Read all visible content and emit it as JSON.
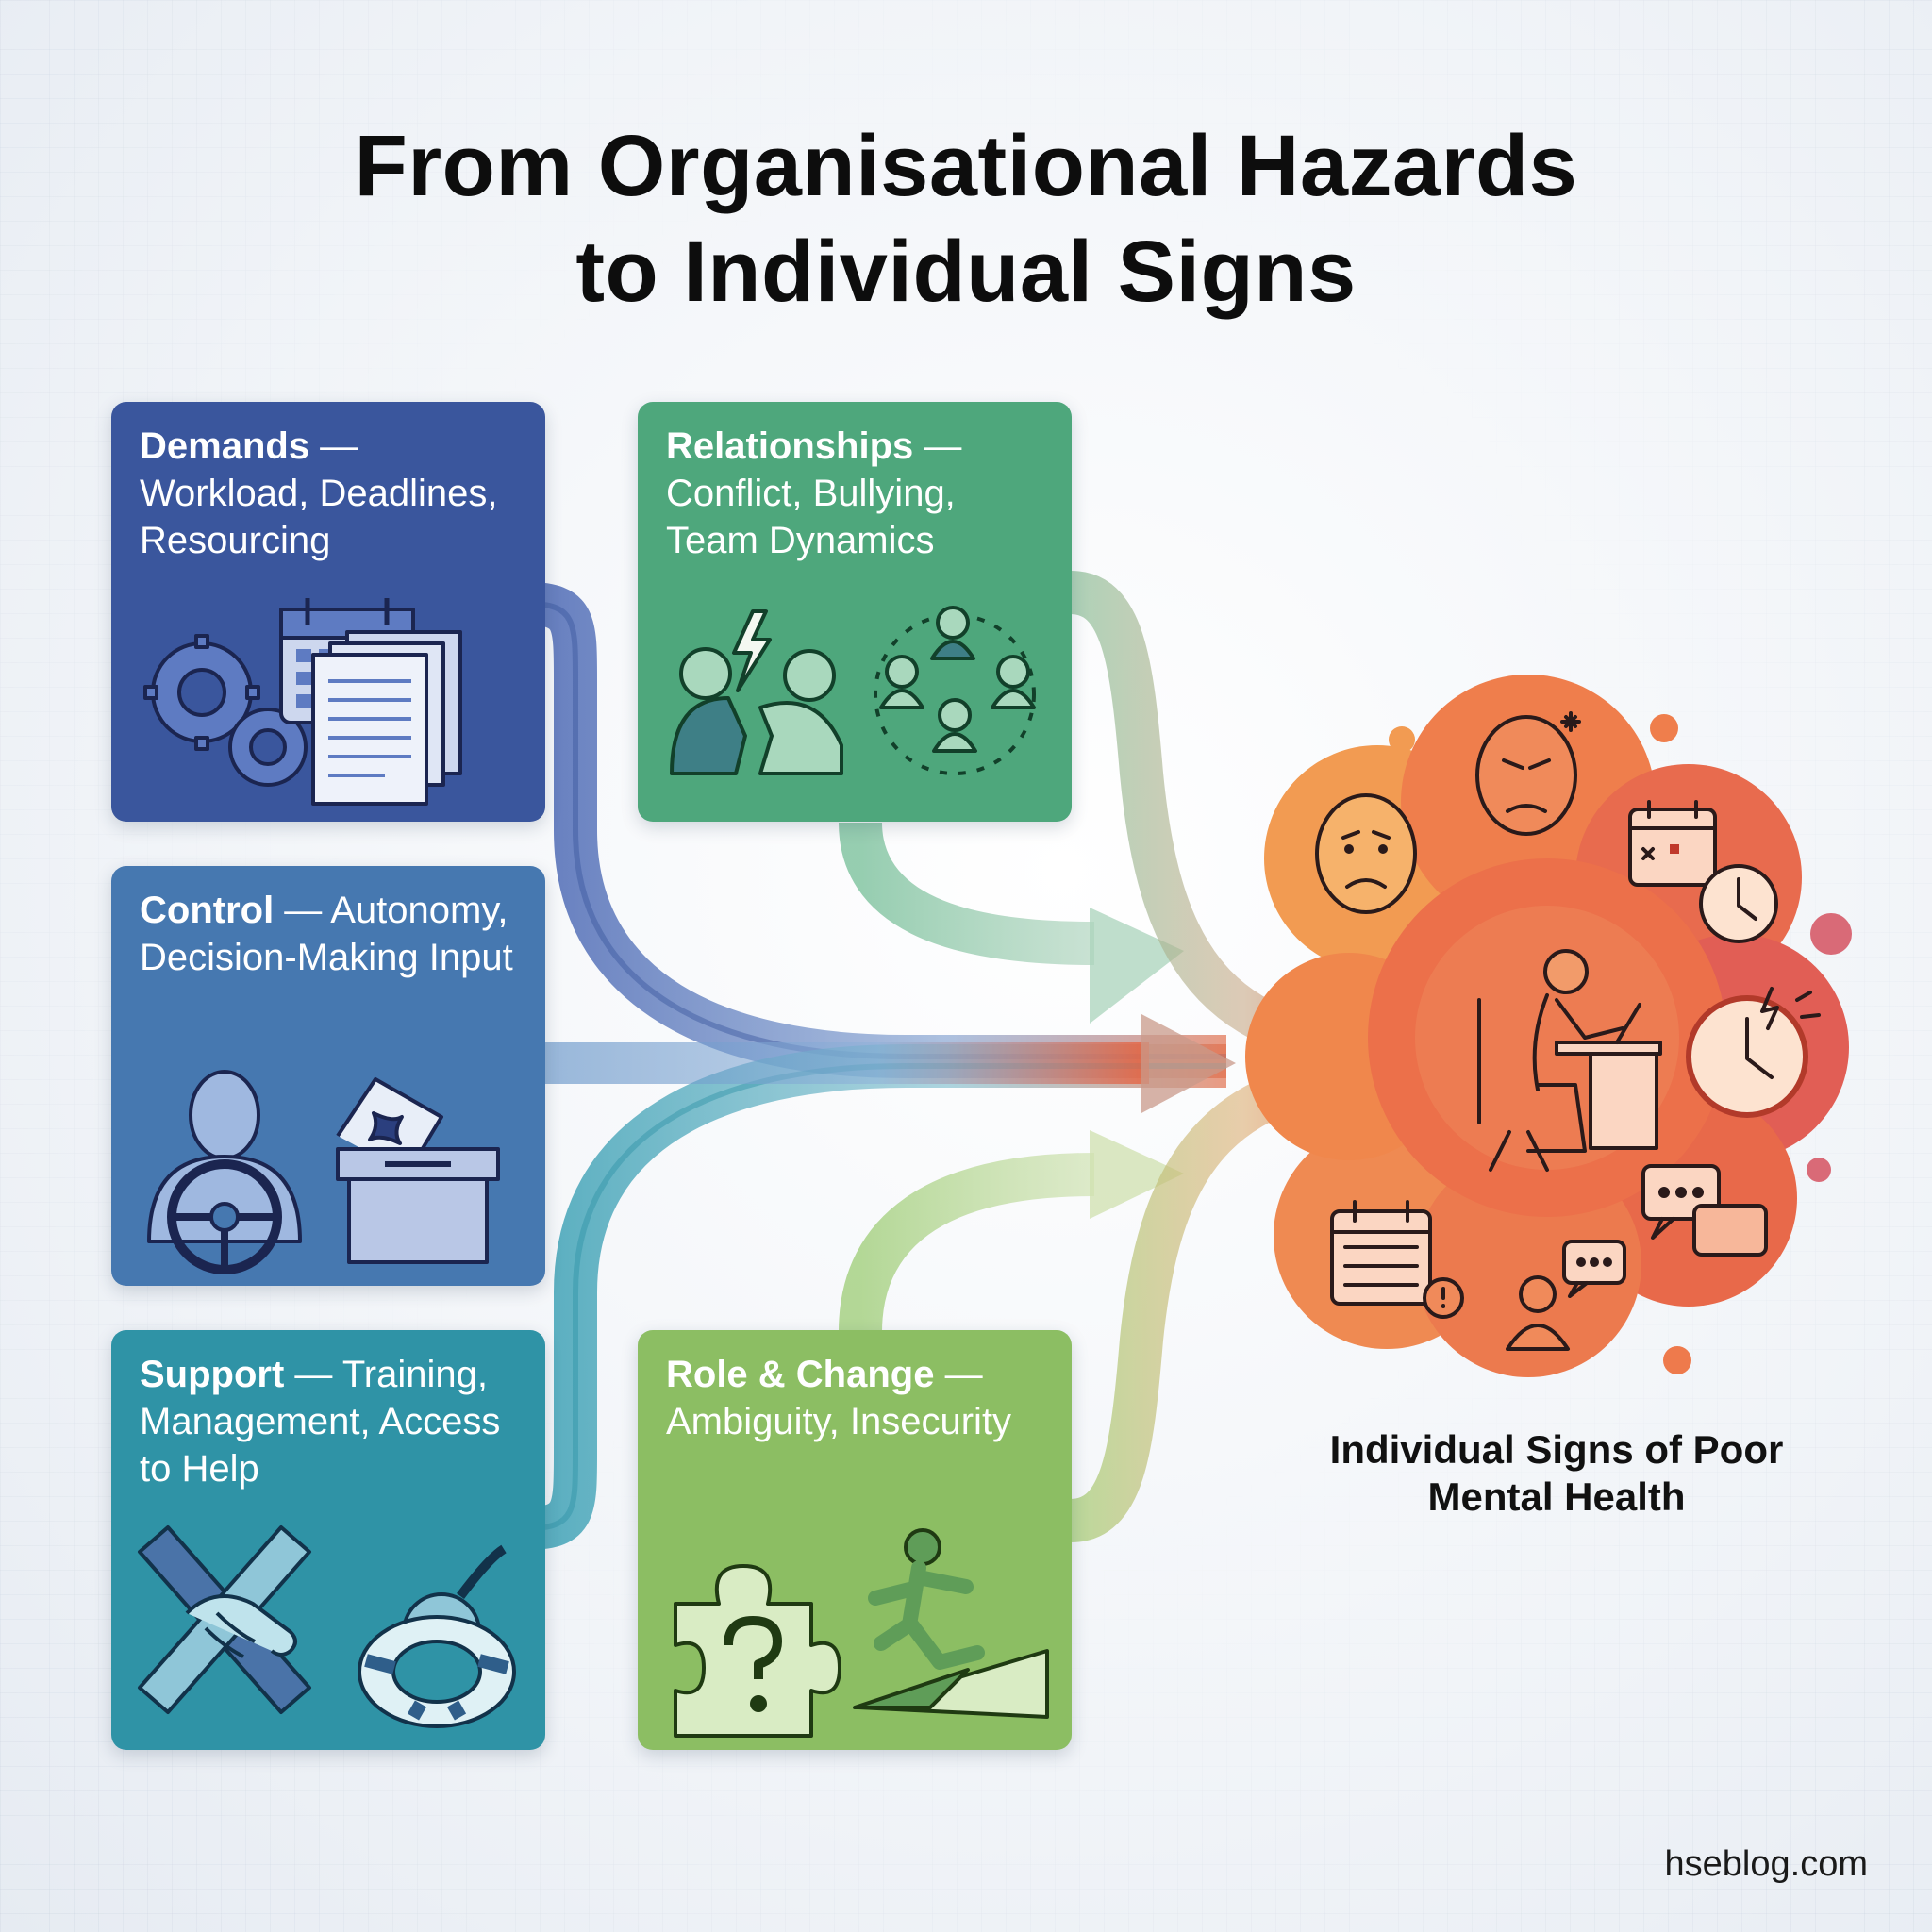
{
  "title": {
    "line1": "From Organisational Hazards",
    "line2": "to Individual Signs"
  },
  "hazards": [
    {
      "id": "demands",
      "heading": "Demands",
      "dash": " — ",
      "detail": "Workload, Deadlines, Resourcing",
      "color": "#3a569d",
      "icons": [
        "gears-icon",
        "calendar-icon",
        "documents-icon"
      ]
    },
    {
      "id": "control",
      "heading": "Control",
      "dash": " — ",
      "detail": "Autonomy, Decision-Making Input",
      "color": "#4678b0",
      "icons": [
        "person-steering-wheel-icon",
        "ballot-box-icon"
      ]
    },
    {
      "id": "support",
      "heading": "Support",
      "dash": " — ",
      "detail": "Training, Management, Access to Help",
      "color": "#2f93a6",
      "icons": [
        "handshake-icon",
        "lifebuoy-icon"
      ]
    },
    {
      "id": "relationships",
      "heading": "Relationships",
      "dash": " — ",
      "detail": "Conflict, Bullying, Team Dynamics",
      "color": "#4ea77c",
      "icons": [
        "conflict-people-icon",
        "team-circle-icon"
      ]
    },
    {
      "id": "role",
      "heading": "Role & Change",
      "dash": " — ",
      "detail": "Ambiguity, Insecurity",
      "color": "#8cbe63",
      "icons": [
        "puzzle-question-icon",
        "person-climbing-icon"
      ]
    }
  ],
  "signs": {
    "label": "Individual Signs of Poor Mental Health",
    "color": "#e8623e",
    "icons": [
      "sad-face-icon",
      "angry-face-icon",
      "calendar-missed-icon",
      "clock-icon",
      "stressed-worker-icon",
      "broken-clock-icon",
      "chat-bubbles-icon",
      "calendar-alert-icon",
      "isolated-person-icon"
    ]
  },
  "footer": "hseblog.com"
}
